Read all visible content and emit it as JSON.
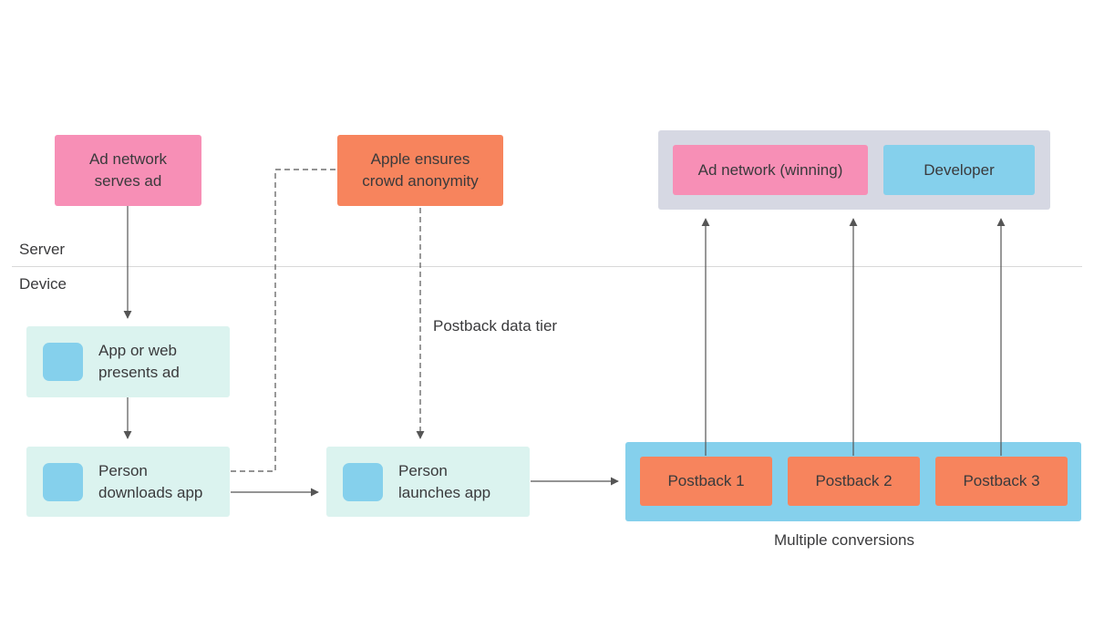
{
  "zones": {
    "server": "Server",
    "device": "Device"
  },
  "nodes": {
    "ad_network": "Ad network\nserves ad",
    "apple": "Apple ensures\ncrowd anonymity",
    "app_presents": "App or web\npresents ad",
    "person_downloads": "Person\ndownloads app",
    "person_launches": "Person\nlaunches app",
    "recipient_ad_network": "Ad network (winning)",
    "recipient_developer": "Developer",
    "postback_1": "Postback 1",
    "postback_2": "Postback 2",
    "postback_3": "Postback 3"
  },
  "labels": {
    "postback_tier": "Postback data tier",
    "multiple_conversions": "Multiple conversions"
  },
  "colors": {
    "pink": "#f78fb6",
    "orange": "#f7845d",
    "blue": "#85d0ec",
    "teal": "#dbf3ef",
    "gray": "#d6d8e3",
    "line": "#555555"
  }
}
